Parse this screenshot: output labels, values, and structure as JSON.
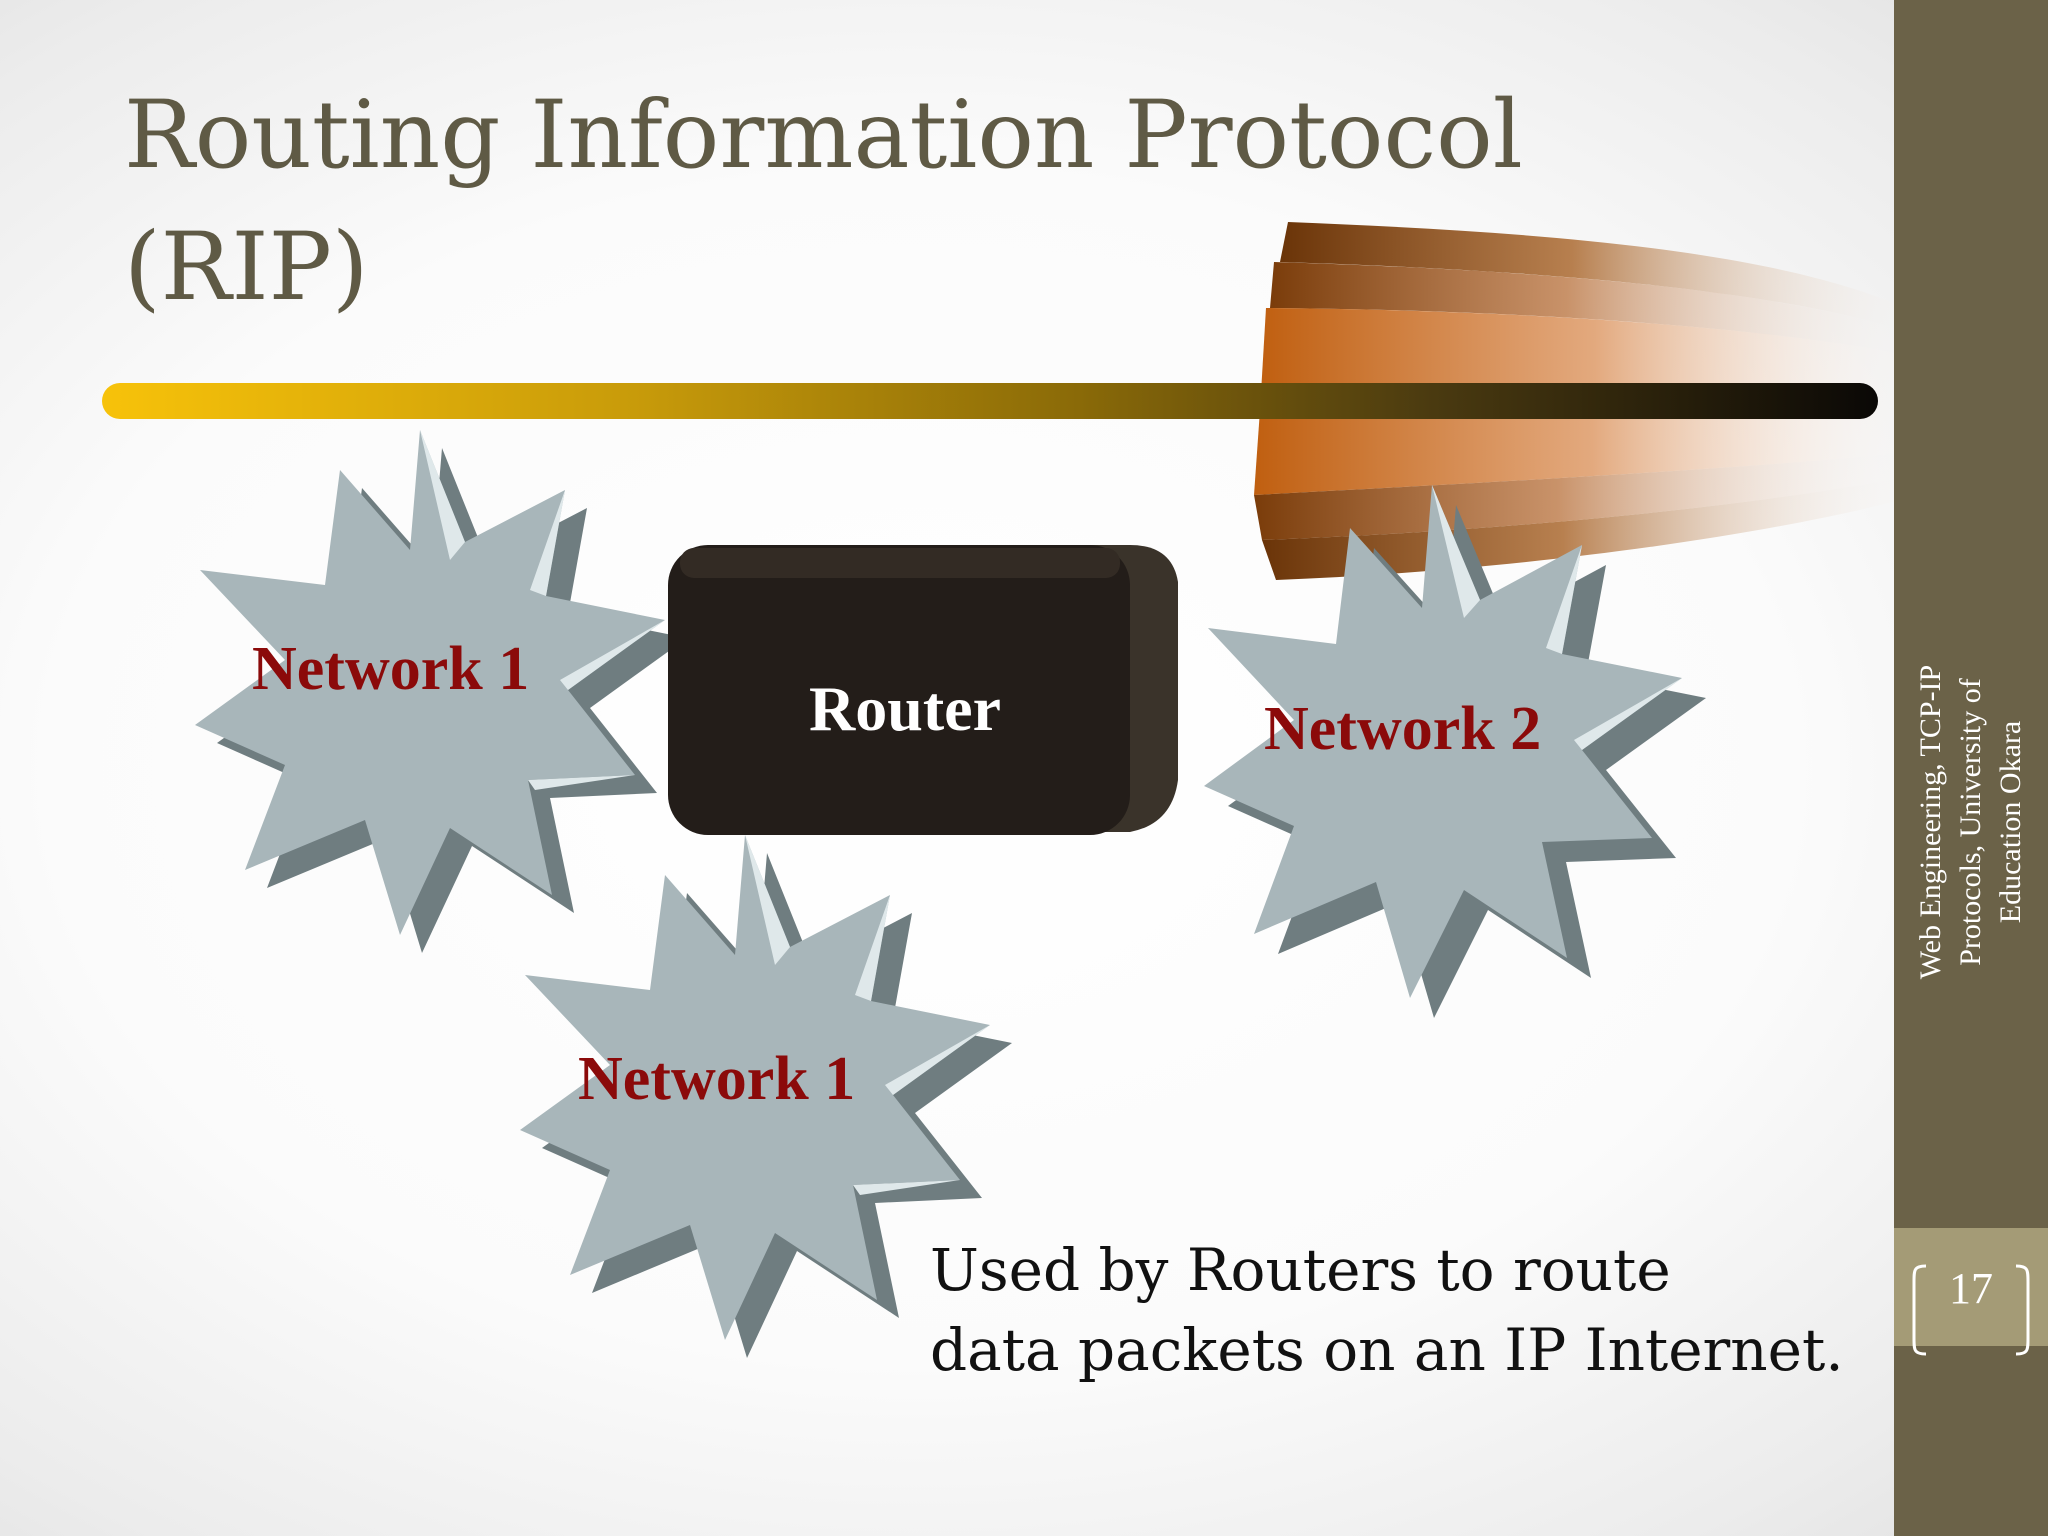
{
  "slide": {
    "title": "Routing Information Protocol (RIP)",
    "caption": "Used by Routers to route\ndata packets on an IP Internet.",
    "sidebar_text": "Web Engineering, TCP-IP\nProtocols, University of\nEducation Okara",
    "page_number": "17"
  },
  "diagram": {
    "router_label": "Router",
    "networks": [
      {
        "label": "Network 1"
      },
      {
        "label": "Network 2"
      },
      {
        "label": "Network 1"
      }
    ]
  },
  "colors": {
    "title": "#5f5a45",
    "network_label": "#8b0a0a",
    "sidebar": "#6b6248",
    "sidebar_band": "#a49b76",
    "router_body": "#231d19",
    "star_face": "#a8b6ba"
  }
}
